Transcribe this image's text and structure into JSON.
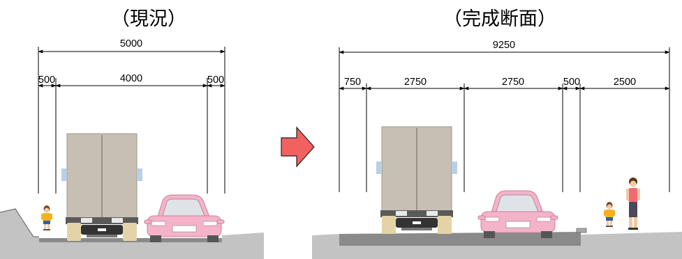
{
  "panels": {
    "current": {
      "title": "（現況）",
      "total_width": "5000",
      "segments": [
        "500",
        "4000",
        "500"
      ]
    },
    "completed": {
      "title": "（完成断面）",
      "total_width": "9250",
      "segments": [
        "750",
        "2750",
        "2750",
        "500",
        "2500"
      ]
    }
  },
  "icons": {
    "arrow": "right-arrow-icon",
    "truck": "truck-icon",
    "car": "car-icon",
    "child": "child-pedestrian-icon",
    "adult": "adult-pedestrian-icon"
  },
  "colors": {
    "arrow_fill": "#f0615f",
    "ground": "#c3c3c3",
    "pavement": "#8a8a8a",
    "truck_body": "#c8bfb4",
    "car_body": "#f4b3c8",
    "tire": "#e4d3a6"
  }
}
